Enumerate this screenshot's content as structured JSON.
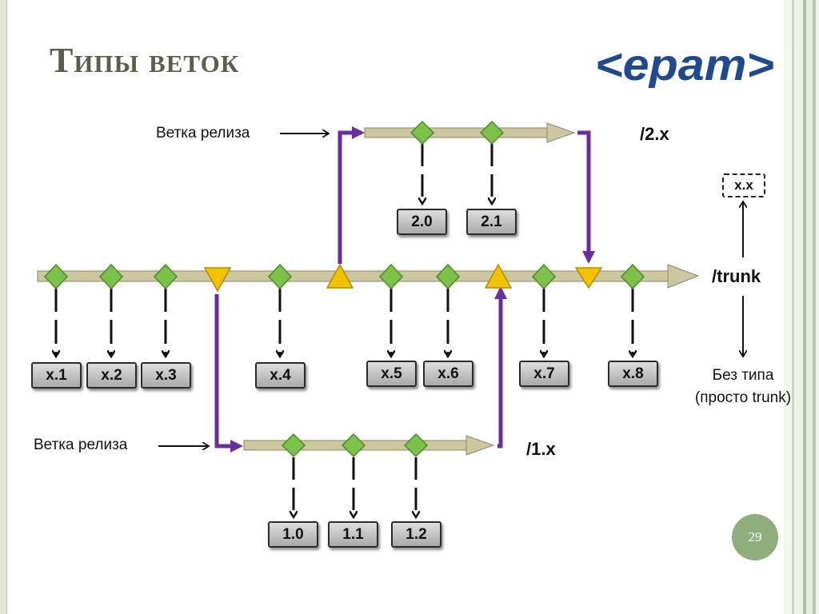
{
  "slide": {
    "title": "Типы веток",
    "logo_text": "<epam>",
    "page_number": "29",
    "colors": {
      "accent_purple": "#6a2d9c",
      "diamond": "#7cc24a",
      "triangle": "#f2c200",
      "arrow_shaft": "#c8c39a"
    }
  },
  "diagram": {
    "release_label_top": "Ветка релиза",
    "release_label_bottom": "Ветка релиза",
    "branch_trunk": "/trunk",
    "branch_2x": "/2.x",
    "branch_1x": "/1.x",
    "no_type_line1": "Без типа",
    "no_type_line2": "(просто trunk)",
    "dashed_box": "x.x",
    "trunk_tags": [
      "x.1",
      "x.2",
      "x.3",
      "x.4",
      "x.5",
      "x.6",
      "x.7",
      "x.8"
    ],
    "release2_tags": [
      "2.0",
      "2.1"
    ],
    "release1_tags": [
      "1.0",
      "1.1",
      "1.2"
    ]
  }
}
